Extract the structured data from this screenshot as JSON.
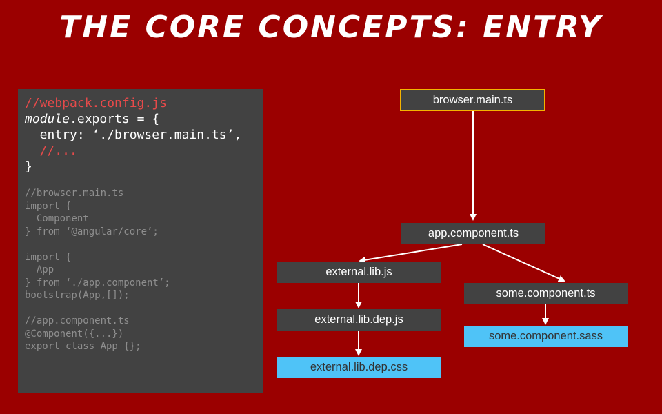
{
  "slide": {
    "title": "The Core Concepts: Entry"
  },
  "code_panel": {
    "config_comment": "//webpack.config.js",
    "module_keyword": "module",
    "exports_line": ".exports = {",
    "entry_line": "  entry: ‘./browser.main.ts’,",
    "ellipsis_comment": "  //...",
    "close_brace": "}",
    "browser_comment": "//browser.main.ts",
    "import1_open": "import {",
    "import1_item": "  Component",
    "import1_from": "} from ‘@angular/core’;",
    "import2_open": "import {",
    "import2_item": "  App",
    "import2_from": "} from ‘./app.component’;",
    "bootstrap_line": "bootstrap(App,[]);",
    "app_comment": "//app.component.ts",
    "decorator_line": "@Component({...})",
    "export_line": "export class App {};"
  },
  "diagram": {
    "root": "browser.main.ts",
    "app_component": "app.component.ts",
    "external_lib": "external.lib.js",
    "external_lib_dep": "external.lib.dep.js",
    "external_lib_dep_css": "external.lib.dep.css",
    "some_component": "some.component.ts",
    "some_component_sass": "some.component.sass"
  },
  "colors": {
    "background": "#9b0000",
    "code_panel": "#424242",
    "node_dark": "#424242",
    "node_css": "#4fc3f7",
    "root_border": "#f4b400",
    "code_red": "#e84a4a"
  }
}
